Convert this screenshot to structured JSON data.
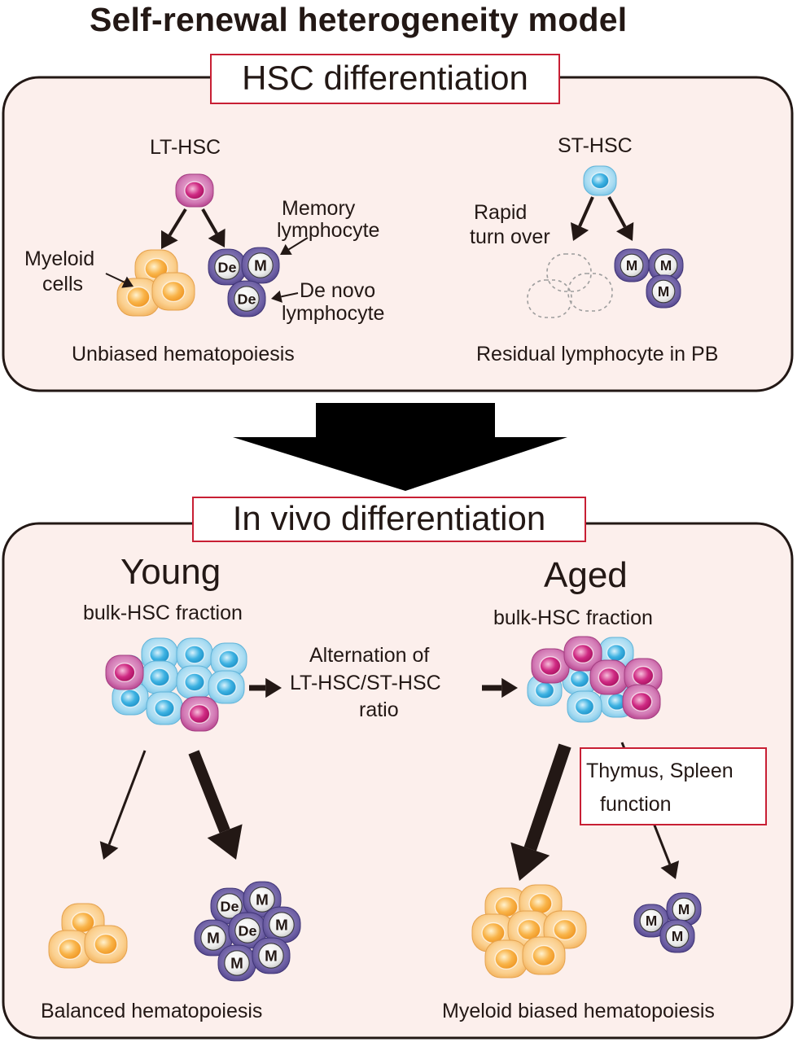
{
  "title": "Self-renewal heterogeneity model",
  "top_panel": {
    "banner": "HSC differentiation",
    "lt_hsc": "LT-HSC",
    "st_hsc": "ST-HSC",
    "myeloid_line1": "Myeloid",
    "myeloid_line2": "cells",
    "memory_line1": "Memory",
    "memory_line2": "lymphocyte",
    "denovo_line1": "De novo",
    "denovo_line2": "lymphocyte",
    "rapid_line1": "Rapid",
    "rapid_line2": "turn over",
    "unbiased": "Unbiased hematopoiesis",
    "residual": "Residual lymphocyte in PB"
  },
  "bottom_panel": {
    "banner": "In vivo differentiation",
    "young": "Young",
    "aged": "Aged",
    "bulk_left": "bulk-HSC fraction",
    "bulk_right": "bulk-HSC fraction",
    "alternation_line1": "Alternation of",
    "alternation_line2": "LT-HSC/ST-HSC",
    "alternation_line3": "ratio",
    "thymus_line1": "Thymus, Spleen",
    "thymus_line2": "function",
    "balanced": "Balanced hematopoiesis",
    "myeloid_biased": "Myeloid biased hematopoiesis"
  },
  "cell_labels": {
    "de": "De",
    "m": "M"
  },
  "colors": {
    "panel_fill": "#fcefec",
    "panel_border": "#231815",
    "banner_border": "#c81f34",
    "lt_hsc_outer": "#c9559d",
    "lt_hsc_inner": "#c4146f",
    "st_hsc_outer": "#9ed6ef",
    "st_hsc_inner": "#2aa7dc",
    "myeloid_outer": "#f8c27a",
    "myeloid_inner": "#f9a537",
    "lymph_outer": "#6c5fa2",
    "lymph_inner": "#ececec"
  }
}
